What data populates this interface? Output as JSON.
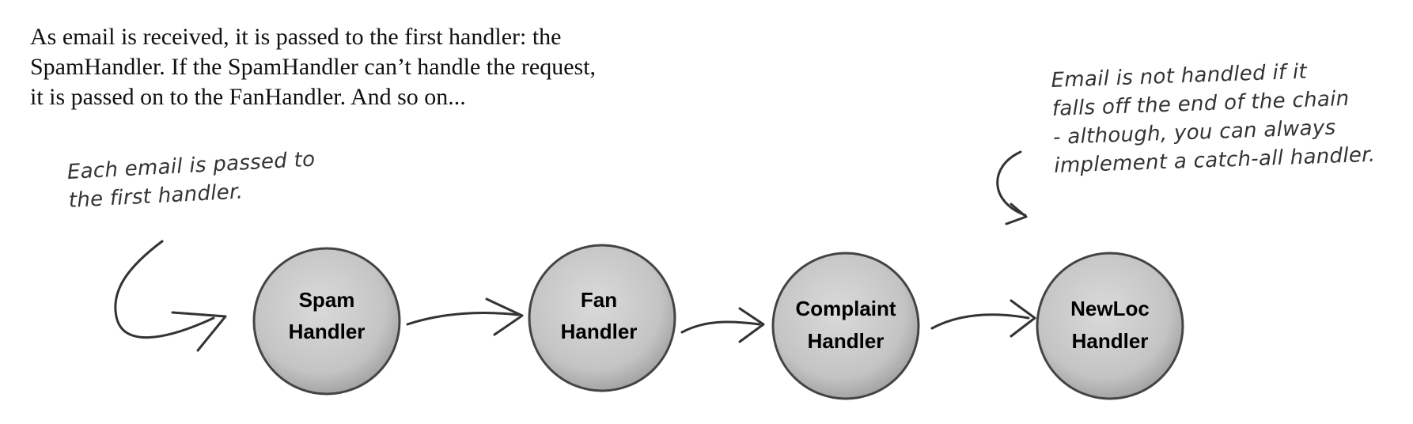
{
  "intro": {
    "lines": [
      "As email is received, it is passed to the first handler: the",
      "SpamHandler.  If the SpamHandler can’t handle the request,",
      "it is passed on to the FanHandler.  And so on..."
    ]
  },
  "notes": {
    "left": [
      "Each email is passed to",
      "the first handler."
    ],
    "right": [
      "Email is not handled if it",
      "falls off the end of the chain",
      "- although, you can always",
      "implement a catch-all handler."
    ]
  },
  "handlers": [
    {
      "line1": "Spam",
      "line2": "Handler"
    },
    {
      "line1": "Fan",
      "line2": "Handler"
    },
    {
      "line1": "Complaint",
      "line2": "Handler"
    },
    {
      "line1": "NewLoc",
      "line2": "Handler"
    }
  ],
  "colors": {
    "node_fill": "#c9c9c9",
    "node_stroke": "#444444",
    "arrow": "#333333"
  }
}
